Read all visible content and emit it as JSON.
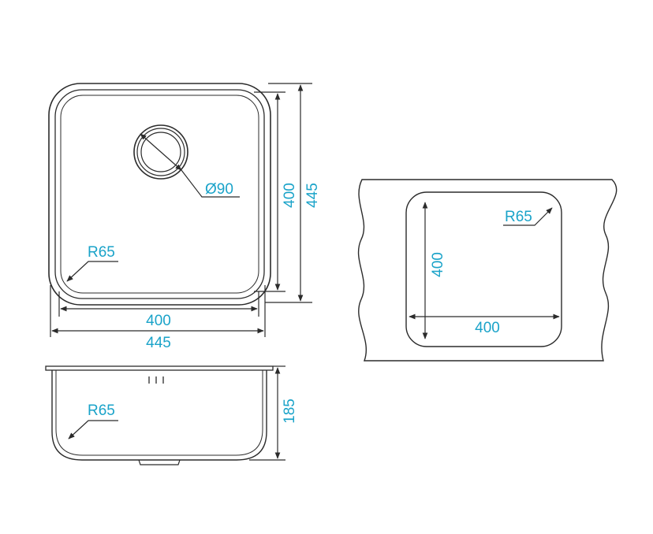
{
  "colors": {
    "line": "#2b2b2b",
    "label": "#1aa3c9",
    "background": "#ffffff"
  },
  "top_view": {
    "drain_diameter": "Ø90",
    "corner_radius": "R65",
    "inner_height": "400",
    "outer_height": "445",
    "inner_width": "400",
    "outer_width": "445"
  },
  "side_view": {
    "corner_radius": "R65",
    "depth": "185"
  },
  "cutout_view": {
    "corner_radius": "R65",
    "height": "400",
    "width": "400"
  }
}
